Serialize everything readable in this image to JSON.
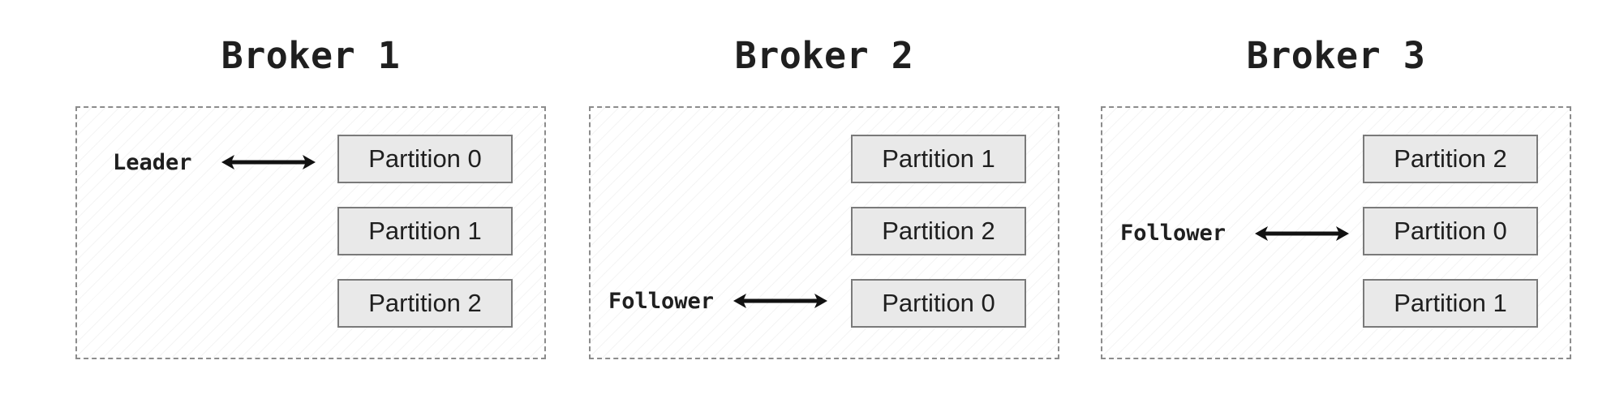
{
  "brokers": [
    {
      "title": "Broker 1",
      "partitions": [
        "Partition 0",
        "Partition 1",
        "Partition 2"
      ],
      "role": {
        "label": "Leader",
        "target_partition": "Partition 0"
      }
    },
    {
      "title": "Broker 2",
      "partitions": [
        "Partition 1",
        "Partition 2",
        "Partition 0"
      ],
      "role": {
        "label": "Follower",
        "target_partition": "Partition 0"
      }
    },
    {
      "title": "Broker 3",
      "partitions": [
        "Partition 2",
        "Partition 0",
        "Partition 1"
      ],
      "role": {
        "label": "Follower",
        "target_partition": "Partition 0"
      }
    }
  ],
  "colors": {
    "text": "#1f1f1f",
    "partition_fill": "#e9e9e9",
    "partition_border": "#7a7a7a",
    "box_border": "#8c8c8c"
  },
  "icons": [
    "double-headed-arrow-icon"
  ]
}
